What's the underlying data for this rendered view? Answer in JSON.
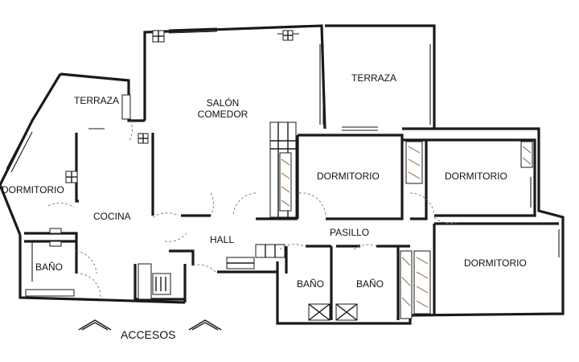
{
  "rooms": {
    "salon_line1": "SALÓN",
    "salon_line2": "COMEDOR",
    "terraza_left": "TERRAZA",
    "terraza_right": "TERRAZA",
    "dormitorio_left": "DORMITORIO",
    "dormitorio_center": "DORMITORIO",
    "dormitorio_right_top": "DORMITORIO",
    "dormitorio_right_bottom": "DORMITORIO",
    "cocina": "COCINA",
    "hall": "HALL",
    "pasillo": "PASILLO",
    "bano_left": "BAÑO",
    "bano_center_1": "BAÑO",
    "bano_center_2": "BAÑO",
    "accesos": "ACCESOS"
  },
  "colors": {
    "wall": "#1a1a1a",
    "wardrobe_hatch": "#8a5a1e",
    "door_swing": "#7a7a7a"
  }
}
